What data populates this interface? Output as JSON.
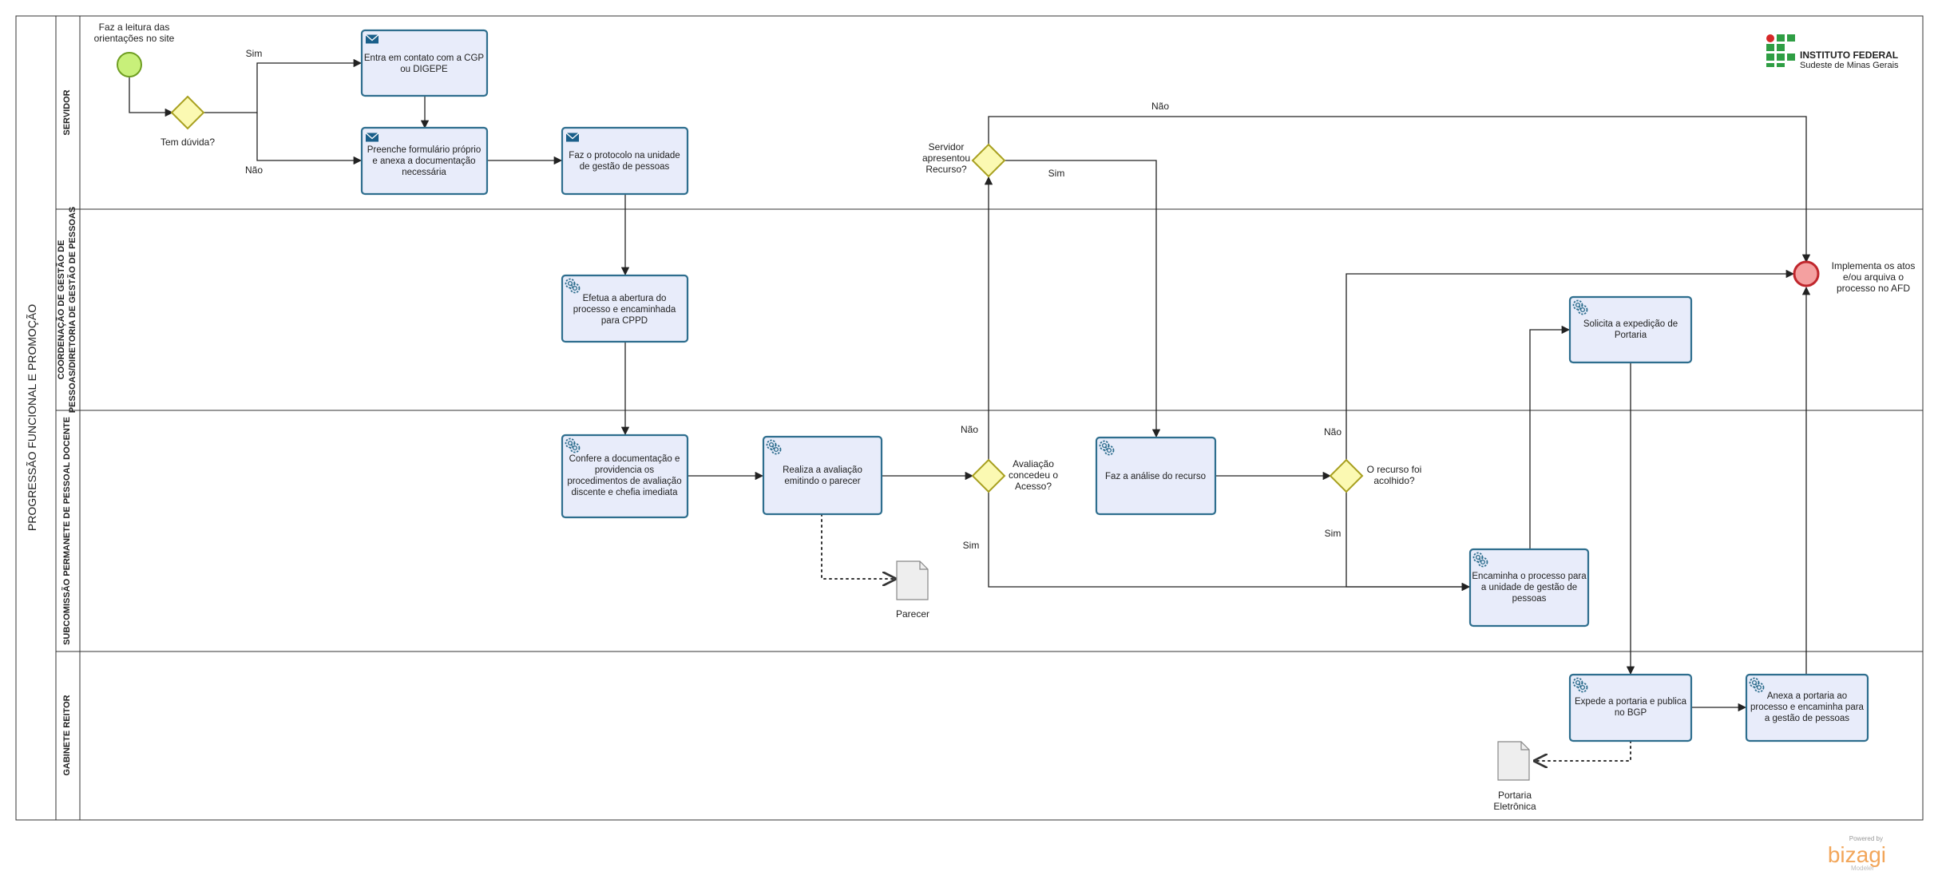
{
  "pool": {
    "name": "PROGRESSÃO FUNCIONAL E PROMOÇÃO"
  },
  "lanes": [
    {
      "name": "SERVIDOR"
    },
    {
      "name_line1": "COORDENAÇÃO DE GESTÃO DE",
      "name_line2": "PESSOAS/DIRETORIA DE GESTÃO DE PESSOAS"
    },
    {
      "name": "SUBCOMISSÃO  PERMANETE DE PESSOAL DOCENTE"
    },
    {
      "name": "GABINETE REITOR"
    }
  ],
  "start_event": {
    "line1": "Faz a leitura das",
    "line2": "orientações no site"
  },
  "end_event": {
    "line1": "Implementa os atos",
    "line2": "e/ou arquiva o",
    "line3": "processo no AFD"
  },
  "gateways": {
    "duvida": {
      "label": "Tem dúvida?"
    },
    "recurso_apresentado": {
      "line1": "Servidor",
      "line2": "apresentou",
      "line3": "Recurso?"
    },
    "avaliacao": {
      "line1": "Avaliação",
      "line2": "concedeu o",
      "line3": "Acesso?"
    },
    "recurso_acolhido": {
      "line1": "O recurso foi",
      "line2": "acolhido?"
    }
  },
  "flow_labels": {
    "sim": "Sim",
    "nao": "Não"
  },
  "tasks": {
    "contato": {
      "line1": "Entra em contato com a CGP",
      "line2": "ou DIGEPE"
    },
    "formulario": {
      "line1": "Preenche formulário próprio",
      "line2": "e anexa a documentação",
      "line3": "necessária"
    },
    "protocolo": {
      "line1": "Faz o protocolo na unidade",
      "line2": "de gestão de pessoas"
    },
    "abertura": {
      "line1": "Efetua a abertura do",
      "line2": "processo e encaminhada",
      "line3": "para CPPD"
    },
    "confere": {
      "line1": "Confere a documentação e",
      "line2": "providencia os",
      "line3": "procedimentos de avaliação",
      "line4": "discente e chefia imediata"
    },
    "avaliacao": {
      "line1": "Realiza a avaliação",
      "line2": "emitindo o parecer"
    },
    "analise": {
      "line1": "Faz a análise do recurso"
    },
    "solicita": {
      "line1": "Solicita a expedição de",
      "line2": "Portaria"
    },
    "encaminha": {
      "line1": "Encaminha o processo para",
      "line2": "a unidade de gestão de",
      "line3": "pessoas"
    },
    "expede": {
      "line1": "Expede a portaria e publica",
      "line2": "no BGP"
    },
    "anexa": {
      "line1": "Anexa a portaria ao",
      "line2": "processo e encaminha para",
      "line3": "a gestão de pessoas"
    }
  },
  "artifacts": {
    "parecer": {
      "line1": "Parecer"
    },
    "portaria": {
      "line1": "Portaria",
      "line2": "Eletrônica"
    }
  },
  "logo": {
    "line1": "INSTITUTO FEDERAL",
    "line2": "Sudeste de Minas Gerais"
  },
  "watermark": {
    "powered": "Powered by",
    "brand": "bizagi",
    "product": "Modeler"
  },
  "colors": {
    "task_fill": "#e8ecfa",
    "task_border": "#2e6e8e",
    "gateway_fill": "#fbf9b2",
    "start_fill": "#c8f07a",
    "end_fill": "#f4a0a0",
    "end_border": "#c0262c",
    "logo_green": "#2f9e44",
    "logo_red": "#d62828",
    "watermark": "#f2a65a"
  }
}
